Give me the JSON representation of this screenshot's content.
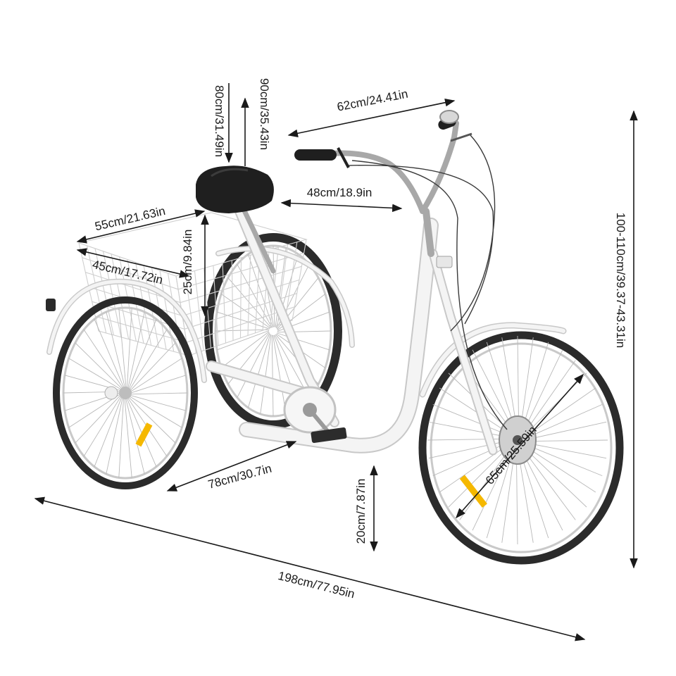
{
  "dimensions": {
    "seat_height_min": "80cm/31.49in",
    "seat_height_max": "90cm/35.43in",
    "handlebar_width": "62cm/24.41in",
    "seat_to_handlebar": "48cm/18.9in",
    "basket_length": "55cm/21.63in",
    "basket_width": "45cm/17.72in",
    "basket_height": "25cm/9.84in",
    "overall_height": "100-110cm/39.37-43.31in",
    "rear_track": "78cm/30.7in",
    "ground_clearance": "20cm/7.87in",
    "wheel_diameter": "65cm/25.59in",
    "overall_length": "198cm/77.95in"
  },
  "colors": {
    "frame": "#f4f4f4",
    "tire": "#2b2b2b",
    "saddle": "#1f1f1f",
    "reflector": "#f5b800"
  }
}
